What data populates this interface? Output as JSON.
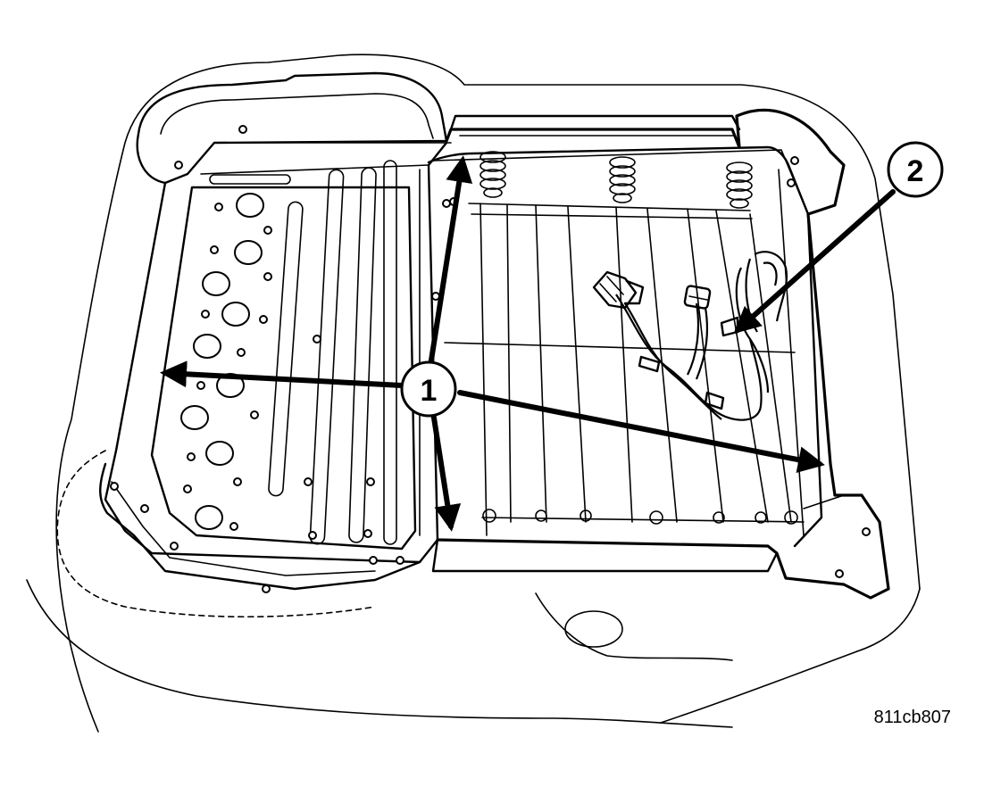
{
  "figure": {
    "figure_id": "811cb807",
    "callouts": [
      {
        "label": "1"
      },
      {
        "label": "2"
      }
    ]
  }
}
